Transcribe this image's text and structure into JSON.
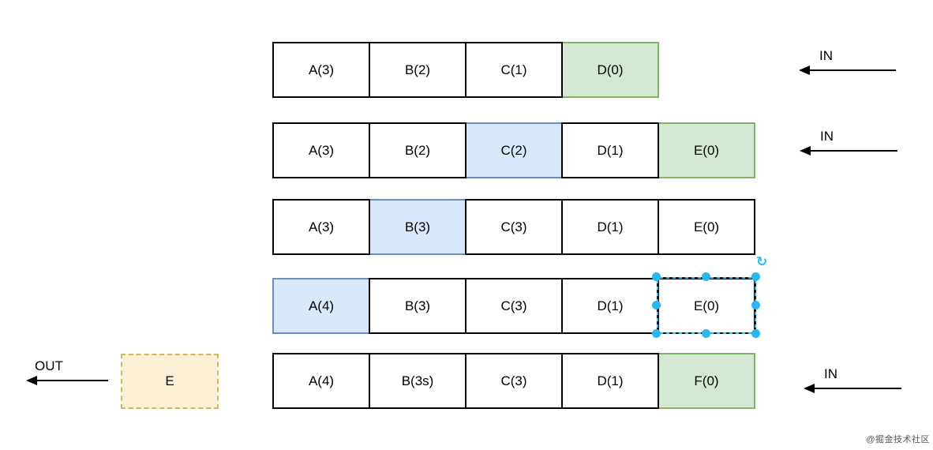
{
  "rows": [
    {
      "name": "step-1",
      "cells": [
        {
          "label": "A(3)",
          "highlight": "none"
        },
        {
          "label": "B(2)",
          "highlight": "none"
        },
        {
          "label": "C(1)",
          "highlight": "none"
        },
        {
          "label": "D(0)",
          "highlight": "green"
        }
      ]
    },
    {
      "name": "step-2",
      "cells": [
        {
          "label": "A(3)",
          "highlight": "none"
        },
        {
          "label": "B(2)",
          "highlight": "none"
        },
        {
          "label": "C(2)",
          "highlight": "blue"
        },
        {
          "label": "D(1)",
          "highlight": "none"
        },
        {
          "label": "E(0)",
          "highlight": "green"
        }
      ]
    },
    {
      "name": "step-3",
      "cells": [
        {
          "label": "A(3)",
          "highlight": "none"
        },
        {
          "label": "B(3)",
          "highlight": "blue"
        },
        {
          "label": "C(3)",
          "highlight": "none"
        },
        {
          "label": "D(1)",
          "highlight": "none"
        },
        {
          "label": "E(0)",
          "highlight": "none"
        }
      ]
    },
    {
      "name": "step-4",
      "cells": [
        {
          "label": "A(4)",
          "highlight": "blue"
        },
        {
          "label": "B(3)",
          "highlight": "none"
        },
        {
          "label": "C(3)",
          "highlight": "none"
        },
        {
          "label": "D(1)",
          "highlight": "none"
        },
        {
          "label": "E(0)",
          "highlight": "selected"
        }
      ]
    },
    {
      "name": "step-5",
      "cells": [
        {
          "label": "A(4)",
          "highlight": "none"
        },
        {
          "label": "B(3s)",
          "highlight": "none"
        },
        {
          "label": "C(3)",
          "highlight": "none"
        },
        {
          "label": "D(1)",
          "highlight": "none"
        },
        {
          "label": "F(0)",
          "highlight": "green"
        }
      ]
    }
  ],
  "arrows": {
    "in_top": "IN",
    "in_middle": "IN",
    "in_bottom": "IN",
    "out": "OUT"
  },
  "evicted_box": {
    "label": "E"
  },
  "selection": {
    "rotate_icon": "↻"
  },
  "watermark": "@掘金技术社区",
  "colors": {
    "cell_border": "#000000",
    "green_fill": "#d5e8d4",
    "green_border": "#82b366",
    "blue_fill": "#dae8fc",
    "blue_border": "#6c8ebf",
    "yellow_fill": "#fcf0d6",
    "yellow_border": "#d6b656",
    "selection_handle": "#29b6f2",
    "arrow": "#000000"
  }
}
